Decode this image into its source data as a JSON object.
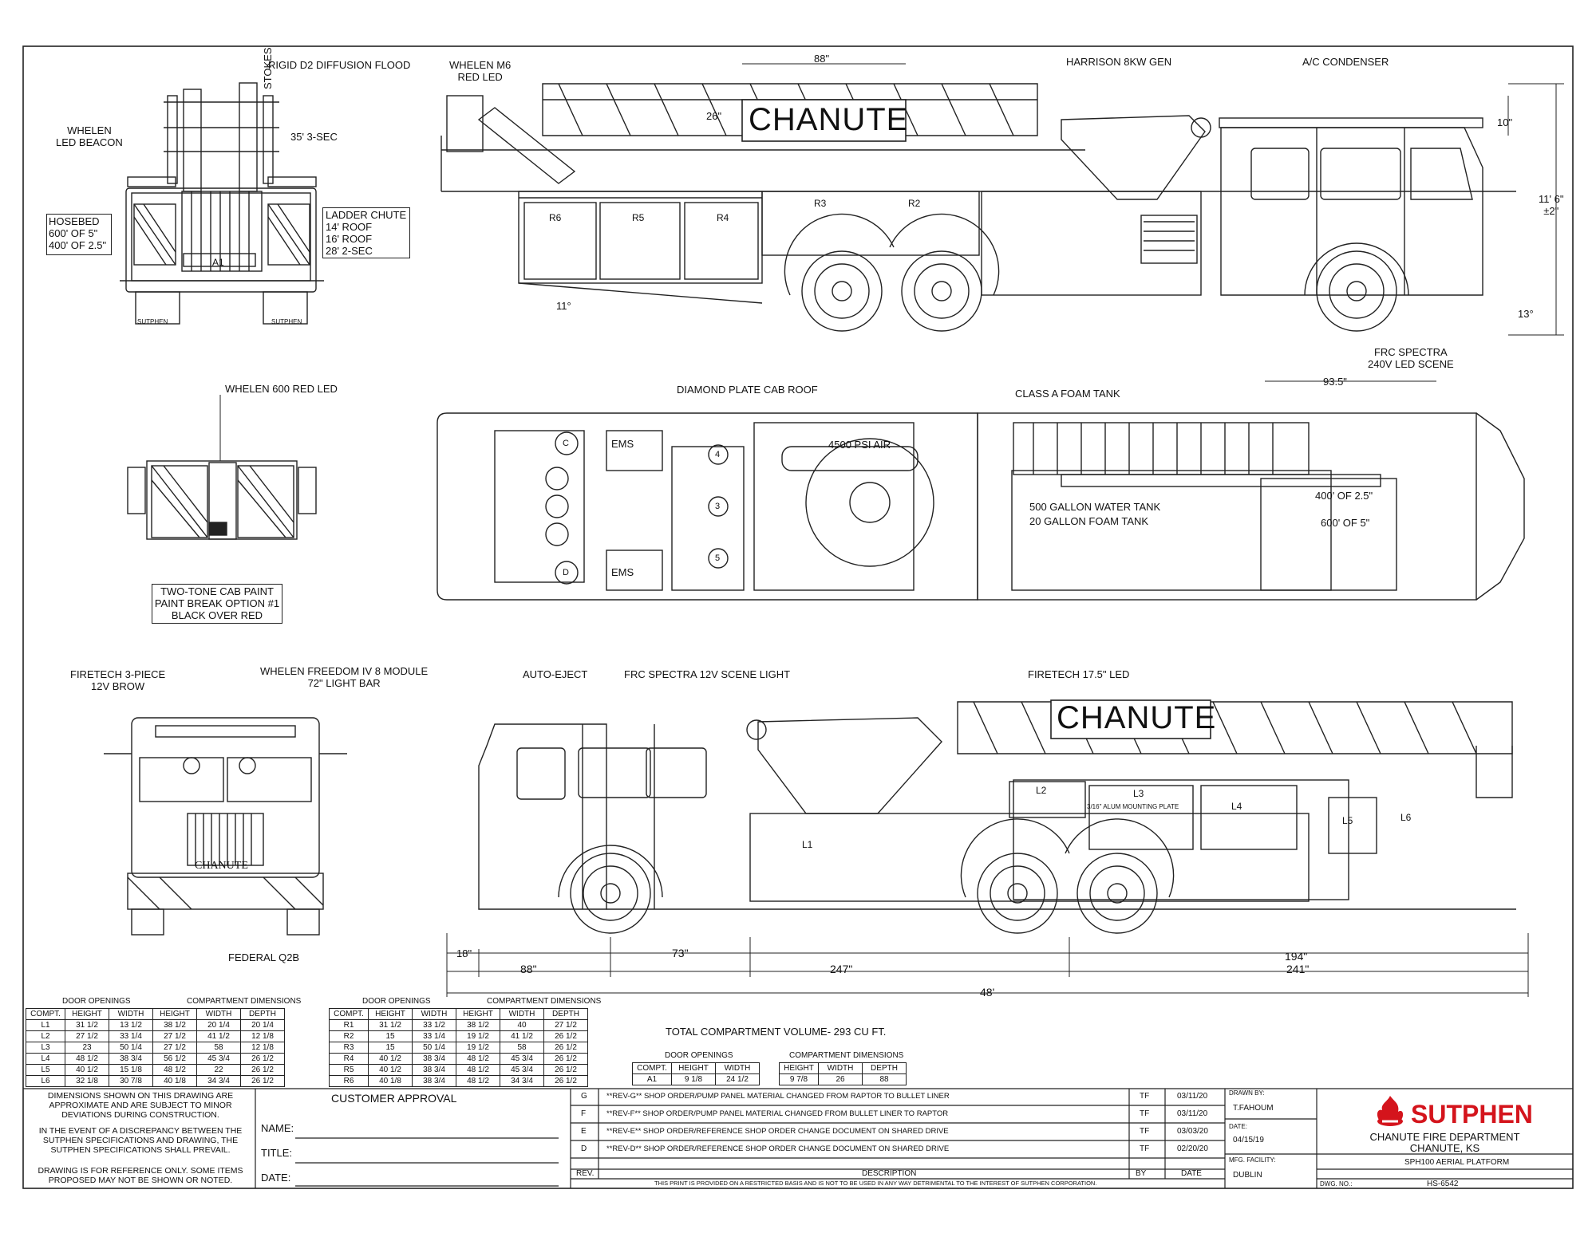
{
  "cab_rear_view": {
    "rigid_flood": "RIGID D2 DIFFUSION FLOOD",
    "beacon": "WHELEN\nLED BEACON",
    "stokes": "STOKES",
    "sec35": "35' 3-SEC",
    "hosebed_title": "HOSEBED",
    "hosebed_1": "600' OF 5\"",
    "hosebed_2": "400' OF 2.5\"",
    "chute_title": "LADDER CHUTE",
    "chute_1": "14' ROOF",
    "chute_2": "16' ROOF",
    "chute_3": "28' 2-SEC",
    "rear_badge": "SUTPHEN",
    "a1": "A1"
  },
  "side_view_top": {
    "whelen_m6": "WHELEN M6\nRED LED",
    "dim_88": "88\"",
    "dim_26": "26\"",
    "name_board": "CHANUTE",
    "harrison": "HARRISON 8KW  GEN",
    "ac": "A/C CONDENSER",
    "dim_10": "10\"",
    "dim_116": "11' 6\"\n±2\"",
    "dim_11": "11°",
    "dim_13": "13°",
    "compartments": [
      "R6",
      "R5",
      "R4",
      "R3",
      "R2"
    ]
  },
  "front_small": {
    "whelen600": "WHELEN 600 RED LED"
  },
  "paint_note": [
    "TWO-TONE CAB PAINT",
    "PAINT BREAK OPTION #1",
    "BLACK OVER RED"
  ],
  "plan_view": {
    "diamond": "DIAMOND PLATE CAB ROOF",
    "foam_tank": "CLASS A FOAM TANK",
    "frc": "FRC SPECTRA\n240V LED SCENE",
    "dim_935": "93.5\"",
    "air": "4500 PSI AIR",
    "ems1": "EMS",
    "ems2": "EMS",
    "water": "500 GALLON WATER TANK",
    "foam": "20 GALLON FOAM TANK",
    "hose1": "400' OF 2.5\"",
    "hose2": "600' OF 5\"",
    "seats": [
      "C",
      "D",
      "4",
      "3",
      "5"
    ]
  },
  "front_view": {
    "firetech": "FIRETECH 3-PIECE\n12V BROW",
    "lightbar": "WHELEN FREEDOM IV 8 MODULE\n72\" LIGHT BAR",
    "grille_name": "CHANUTE",
    "federal": "FEDERAL Q2B"
  },
  "side_view_bottom": {
    "auto_eject": "AUTO-EJECT",
    "frc12": "FRC SPECTRA 12V SCENE LIGHT",
    "firetech175": "FIRETECH 17.5\" LED",
    "name_board": "CHANUTE",
    "plate": "3/16\" ALUM MOUNTING PLATE",
    "compartments": [
      "L1",
      "L2",
      "L3",
      "L4",
      "L5",
      "L6"
    ],
    "dims": {
      "d18": "18\"",
      "d88": "88\"",
      "d73": "73\"",
      "d247": "247\"",
      "d194": "194\"",
      "d241": "241\"",
      "d48": "48'"
    }
  },
  "tables": {
    "door_title": "DOOR OPENINGS",
    "comp_title": "COMPARTMENT DIMENSIONS",
    "headers": [
      "COMPT.",
      "HEIGHT",
      "WIDTH",
      "HEIGHT",
      "WIDTH",
      "DEPTH"
    ],
    "left": [
      [
        "L1",
        "31 1/2",
        "13 1/2",
        "38 1/2",
        "20 1/4",
        "20 1/4"
      ],
      [
        "L2",
        "27 1/2",
        "33 1/4",
        "27 1/2",
        "41 1/2",
        "12 1/8"
      ],
      [
        "L3",
        "23",
        "50 1/4",
        "27 1/2",
        "58",
        "12 1/8"
      ],
      [
        "L4",
        "48 1/2",
        "38 3/4",
        "56 1/2",
        "45 3/4",
        "26 1/2"
      ],
      [
        "L5",
        "40 1/2",
        "15 1/8",
        "48 1/2",
        "22",
        "26 1/2"
      ],
      [
        "L6",
        "32 1/8",
        "30 7/8",
        "40 1/8",
        "34 3/4",
        "26 1/2"
      ]
    ],
    "right": [
      [
        "R1",
        "31 1/2",
        "33 1/2",
        "38 1/2",
        "40",
        "27 1/2"
      ],
      [
        "R2",
        "15",
        "33 1/4",
        "19 1/2",
        "41 1/2",
        "26 1/2"
      ],
      [
        "R3",
        "15",
        "50 1/4",
        "19 1/2",
        "58",
        "26 1/2"
      ],
      [
        "R4",
        "40 1/2",
        "38 3/4",
        "48 1/2",
        "45 3/4",
        "26 1/2"
      ],
      [
        "R5",
        "40 1/2",
        "38 3/4",
        "48 1/2",
        "45 3/4",
        "26 1/2"
      ],
      [
        "R6",
        "40 1/8",
        "38 3/4",
        "48 1/2",
        "34 3/4",
        "26 1/2"
      ]
    ],
    "total": "TOTAL COMPARTMENT VOLUME- 293 CU FT.",
    "a1_headers": [
      "COMPT.",
      "HEIGHT",
      "WIDTH"
    ],
    "a1_row": [
      "A1",
      "9 1/8",
      "24 1/2"
    ],
    "a1_comp_headers": [
      "HEIGHT",
      "WIDTH",
      "DEPTH"
    ],
    "a1_comp_row": [
      "9 7/8",
      "26",
      "88"
    ]
  },
  "title_block": {
    "note1": "DIMENSIONS SHOWN ON THIS DRAWING ARE APPROXIMATE AND ARE SUBJECT TO MINOR DEVIATIONS DURING CONSTRUCTION.",
    "note2": "IN THE EVENT OF A DISCREPANCY BETWEEN THE SUTPHEN SPECIFICATIONS AND DRAWING, THE SUTPHEN SPECIFICATIONS SHALL PREVAIL.",
    "note3": "DRAWING IS FOR REFERENCE ONLY. SOME ITEMS PROPOSED MAY NOT BE SHOWN OR NOTED.",
    "approval": "CUSTOMER APPROVAL",
    "name": "NAME:",
    "title": "TITLE:",
    "date": "DATE:",
    "revs": [
      {
        "rev": "G",
        "desc": "**REV-G** SHOP ORDER/PUMP PANEL MATERIAL CHANGED FROM RAPTOR TO BULLET LINER",
        "by": "TF",
        "date": "03/11/20"
      },
      {
        "rev": "F",
        "desc": "**REV-F** SHOP ORDER/PUMP PANEL MATERIAL CHANGED FROM BULLET LINER TO RAPTOR",
        "by": "TF",
        "date": "03/11/20"
      },
      {
        "rev": "E",
        "desc": "**REV-E** SHOP ORDER/REFERENCE SHOP ORDER CHANGE DOCUMENT ON SHARED DRIVE",
        "by": "TF",
        "date": "03/03/20"
      },
      {
        "rev": "D",
        "desc": "**REV-D** SHOP ORDER/REFERENCE SHOP ORDER CHANGE DOCUMENT ON SHARED DRIVE",
        "by": "TF",
        "date": "02/20/20"
      }
    ],
    "rev_h": "REV.",
    "desc_h": "DESCRIPTION",
    "by_h": "BY",
    "date_h": "DATE",
    "restricted": "THIS PRINT IS PROVIDED ON A RESTRICTED BASIS AND IS NOT TO BE USED IN ANY WAY DETRIMENTAL TO THE INTEREST OF SUTPHEN CORPORATION.",
    "drawn_by_l": "DRAWN BY:",
    "drawn_by": "T.FAHOUM",
    "date_l": "DATE:",
    "date_v": "04/15/19",
    "mfg_l": "MFG. FACILITY:",
    "mfg": "DUBLIN",
    "logo": "SUTPHEN",
    "customer": "CHANUTE FIRE DEPARTMENT",
    "city": "CHANUTE, KS",
    "model": "SPH100 AERIAL PLATFORM",
    "dwg_l": "DWG. NO.:",
    "dwg": "HS-6542"
  },
  "colors": {
    "ink": "#111111",
    "logo": "#d4141c"
  }
}
